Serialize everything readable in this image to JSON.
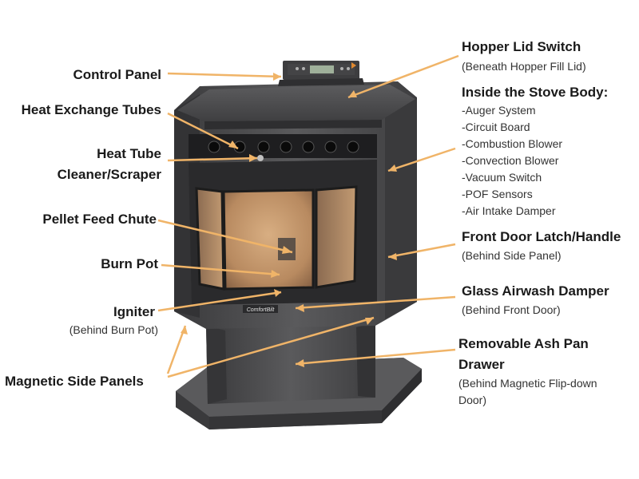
{
  "colors": {
    "callout_line": "#f0b468",
    "stove_body": "#4a4a4c",
    "glass_glow": "#c89a6e"
  },
  "brand_plate": "ComfortBilt",
  "labels": {
    "control_panel": "Control Panel",
    "heat_exchange_tubes": "Heat Exchange Tubes",
    "heat_tube_cleaner_1": "Heat Tube",
    "heat_tube_cleaner_2": "Cleaner/Scraper",
    "pellet_feed_chute": "Pellet Feed Chute",
    "burn_pot": "Burn Pot",
    "igniter": "Igniter",
    "igniter_note": "(Behind Burn Pot)",
    "magnetic_side_panels": "Magnetic Side Panels",
    "hopper_lid_switch": "Hopper Lid Switch",
    "hopper_lid_switch_note": "(Beneath Hopper Fill Lid)",
    "inside_stove_body": "Inside the Stove Body:",
    "inside_items": [
      "-Auger System",
      "-Circuit Board",
      "-Combustion Blower",
      "-Convection Blower",
      "-Vacuum Switch",
      "-POF Sensors",
      "-Air Intake Damper"
    ],
    "front_door_latch": "Front Door Latch/Handle",
    "front_door_latch_note": "(Behind Side Panel)",
    "glass_airwash": "Glass Airwash Damper",
    "glass_airwash_note": "(Behind Front Door)",
    "ash_pan_1": "Removable Ash Pan",
    "ash_pan_2": "Drawer",
    "ash_pan_note_1": "(Behind Magnetic Flip-down",
    "ash_pan_note_2": "Door)"
  }
}
